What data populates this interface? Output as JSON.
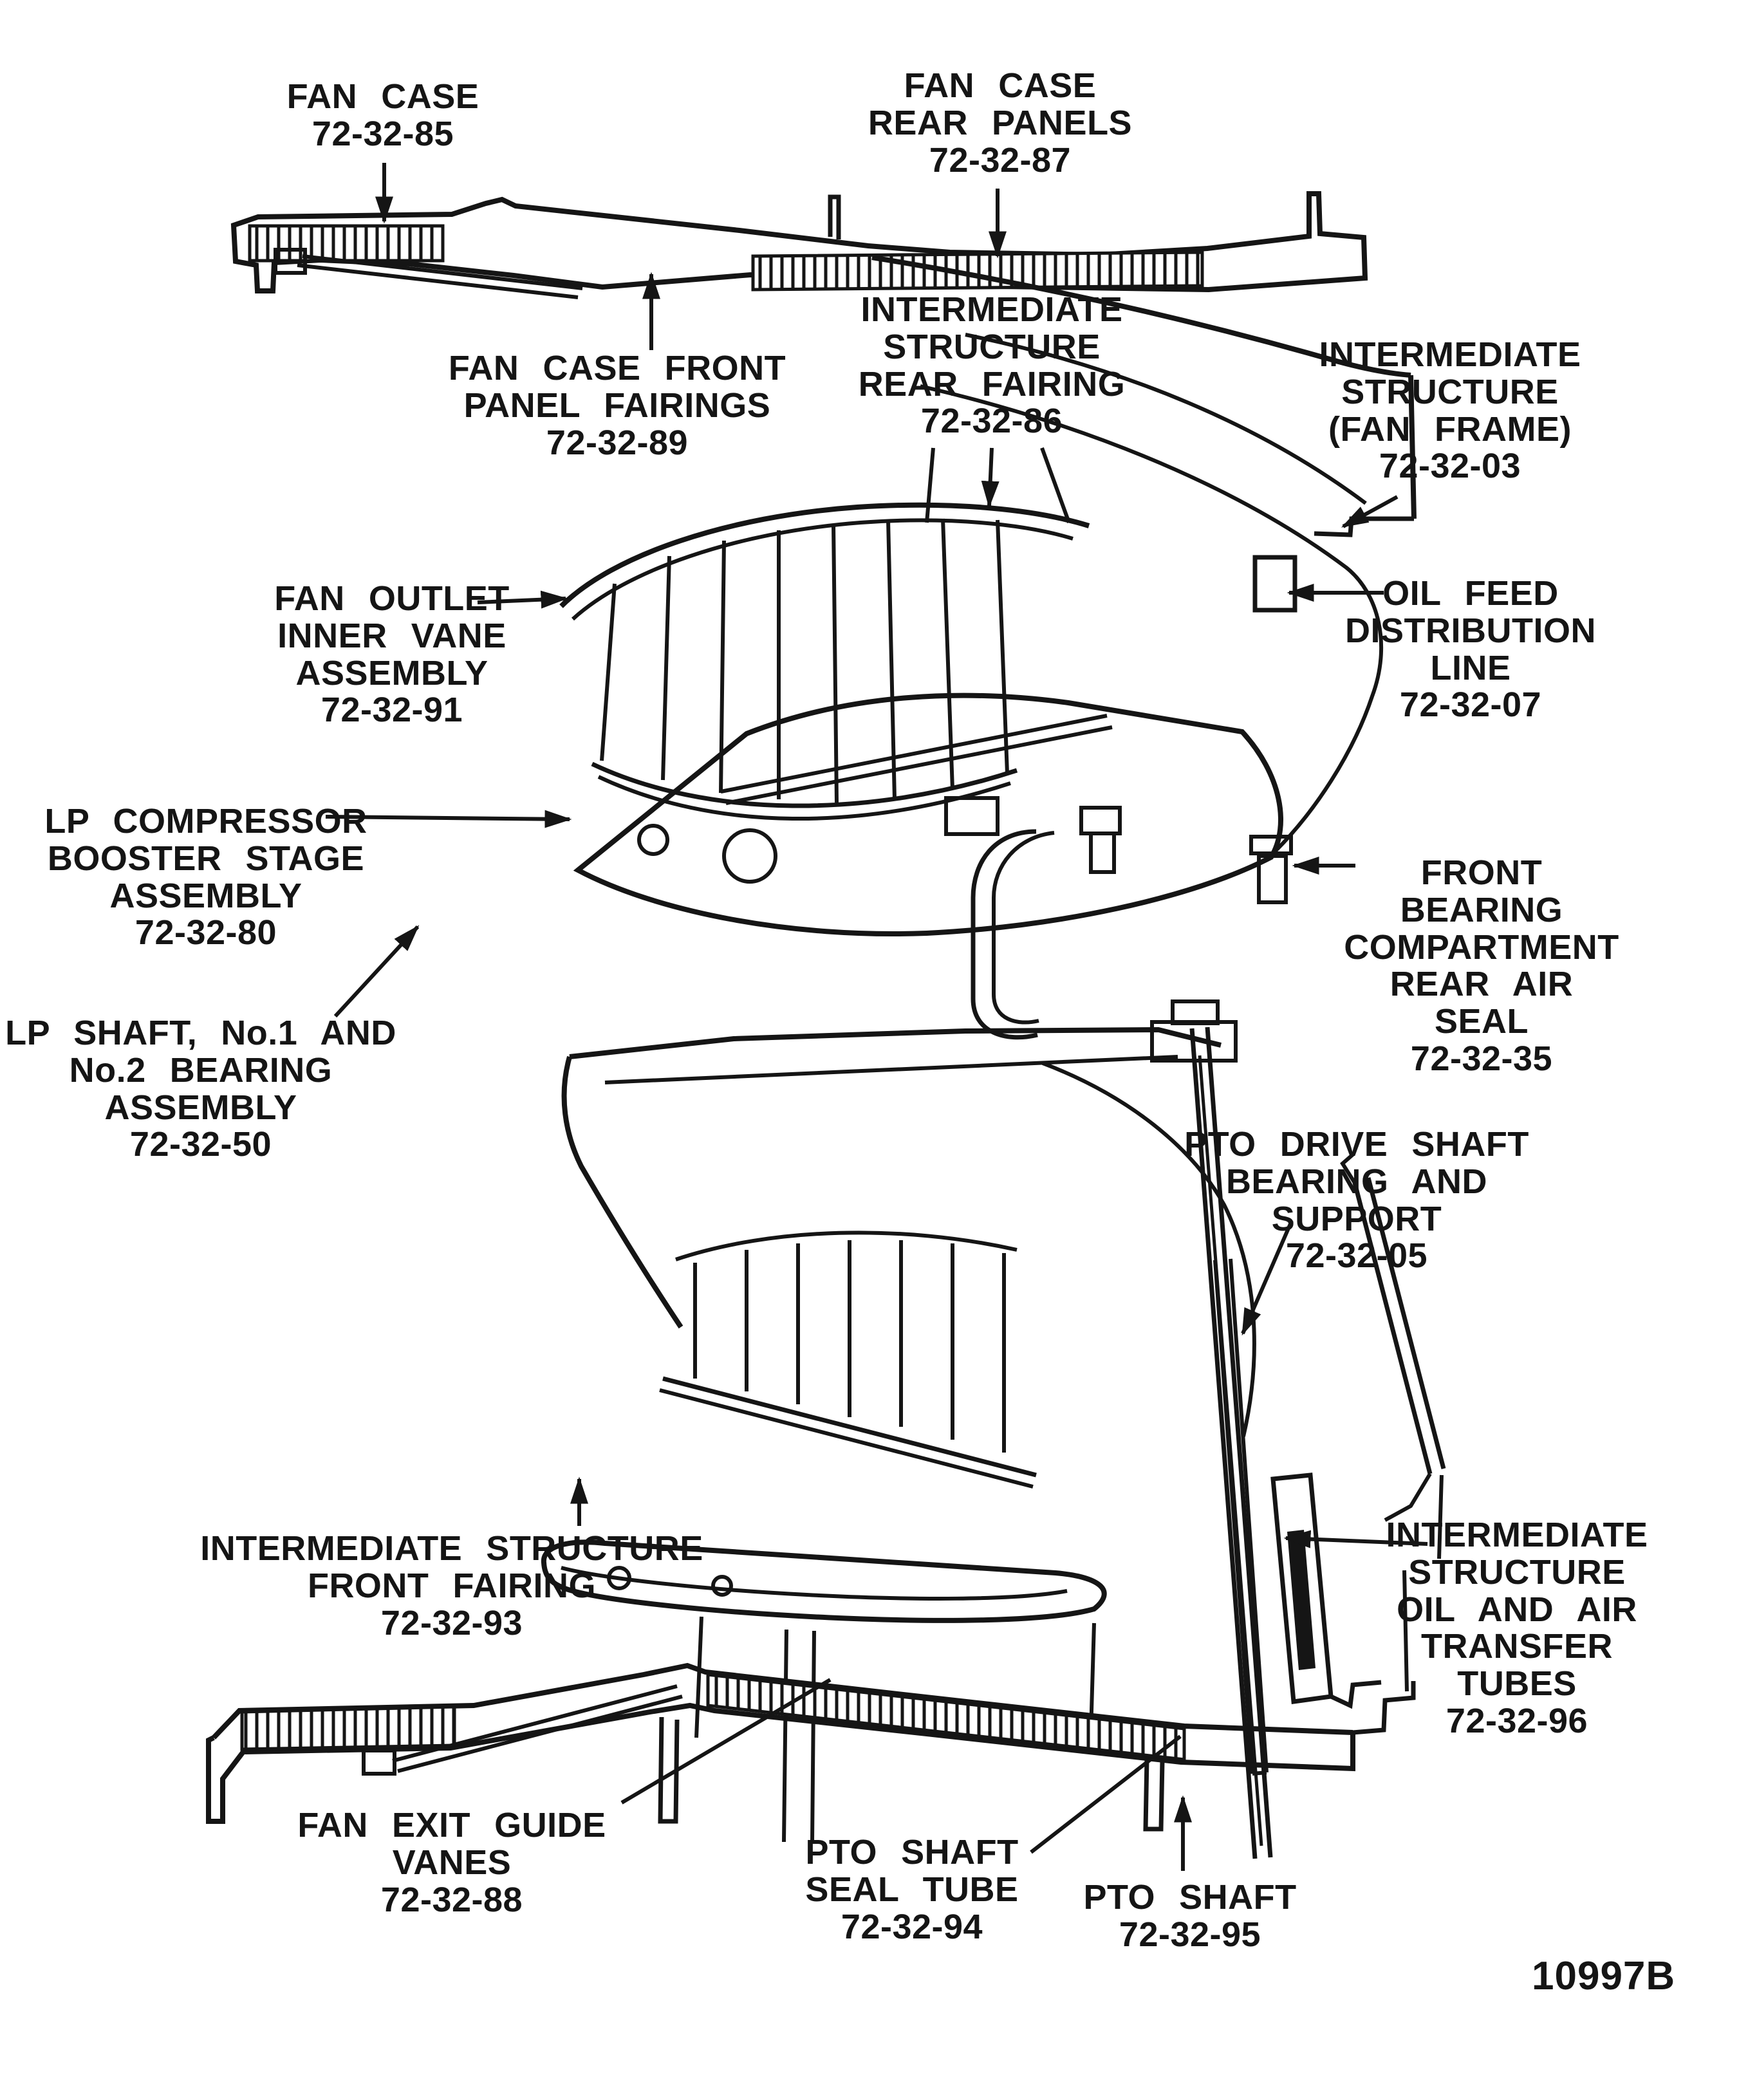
{
  "figure": {
    "figure_number": "10997B",
    "colors": {
      "ink": "#151515",
      "paper": "#ffffff"
    },
    "labels": [
      {
        "id": "fan-case",
        "lines": [
          "FAN CASE",
          "72-32-85"
        ]
      },
      {
        "id": "fan-case-rear-panels",
        "lines": [
          "FAN CASE",
          "REAR PANELS",
          "72-32-87"
        ]
      },
      {
        "id": "fan-case-front-panel-fairings",
        "lines": [
          "FAN CASE FRONT",
          "PANEL FAIRINGS",
          "72-32-89"
        ]
      },
      {
        "id": "intermediate-structure-rear-fairing",
        "lines": [
          "INTERMEDIATE",
          "STRUCTURE",
          "REAR FAIRING",
          "72-32-86"
        ]
      },
      {
        "id": "intermediate-structure-fan-frame",
        "lines": [
          "INTERMEDIATE",
          "STRUCTURE",
          "(FAN FRAME)",
          "72-32-03"
        ]
      },
      {
        "id": "fan-outlet-inner-vane-assembly",
        "lines": [
          "FAN OUTLET",
          "INNER VANE",
          "ASSEMBLY",
          "72-32-91"
        ]
      },
      {
        "id": "oil-feed-distribution-line",
        "lines": [
          "OIL FEED",
          "DISTRIBUTION LINE",
          "72-32-07"
        ]
      },
      {
        "id": "lp-compressor-booster-stage-assembly",
        "lines": [
          "LP COMPRESSOR",
          "BOOSTER STAGE",
          "ASSEMBLY",
          "72-32-80"
        ]
      },
      {
        "id": "front-bearing-compartment-rear-air-seal",
        "lines": [
          "FRONT BEARING",
          "COMPARTMENT",
          "REAR AIR SEAL",
          "72-32-35"
        ]
      },
      {
        "id": "lp-shaft-no1-no2-bearing-assembly",
        "lines": [
          "LP SHAFT, No.1 AND",
          "No.2 BEARING",
          "ASSEMBLY",
          "72-32-50"
        ]
      },
      {
        "id": "pto-drive-shaft-bearing-and-support",
        "lines": [
          "PTO DRIVE SHAFT",
          "BEARING AND SUPPORT",
          "72-32-05"
        ]
      },
      {
        "id": "intermediate-structure-front-fairing",
        "lines": [
          "INTERMEDIATE STRUCTURE",
          "FRONT FAIRING",
          "72-32-93"
        ]
      },
      {
        "id": "intermediate-structure-oil-and-air-transfer-tubes",
        "lines": [
          "INTERMEDIATE",
          "STRUCTURE",
          "OIL AND AIR",
          "TRANSFER TUBES",
          "72-32-96"
        ]
      },
      {
        "id": "fan-exit-guide-vanes",
        "lines": [
          "FAN EXIT GUIDE",
          "VANES",
          "72-32-88"
        ]
      },
      {
        "id": "pto-shaft-seal-tube",
        "lines": [
          "PTO SHAFT",
          "SEAL TUBE",
          "72-32-94"
        ]
      },
      {
        "id": "pto-shaft",
        "lines": [
          "PTO SHAFT",
          "72-32-95"
        ]
      }
    ]
  }
}
